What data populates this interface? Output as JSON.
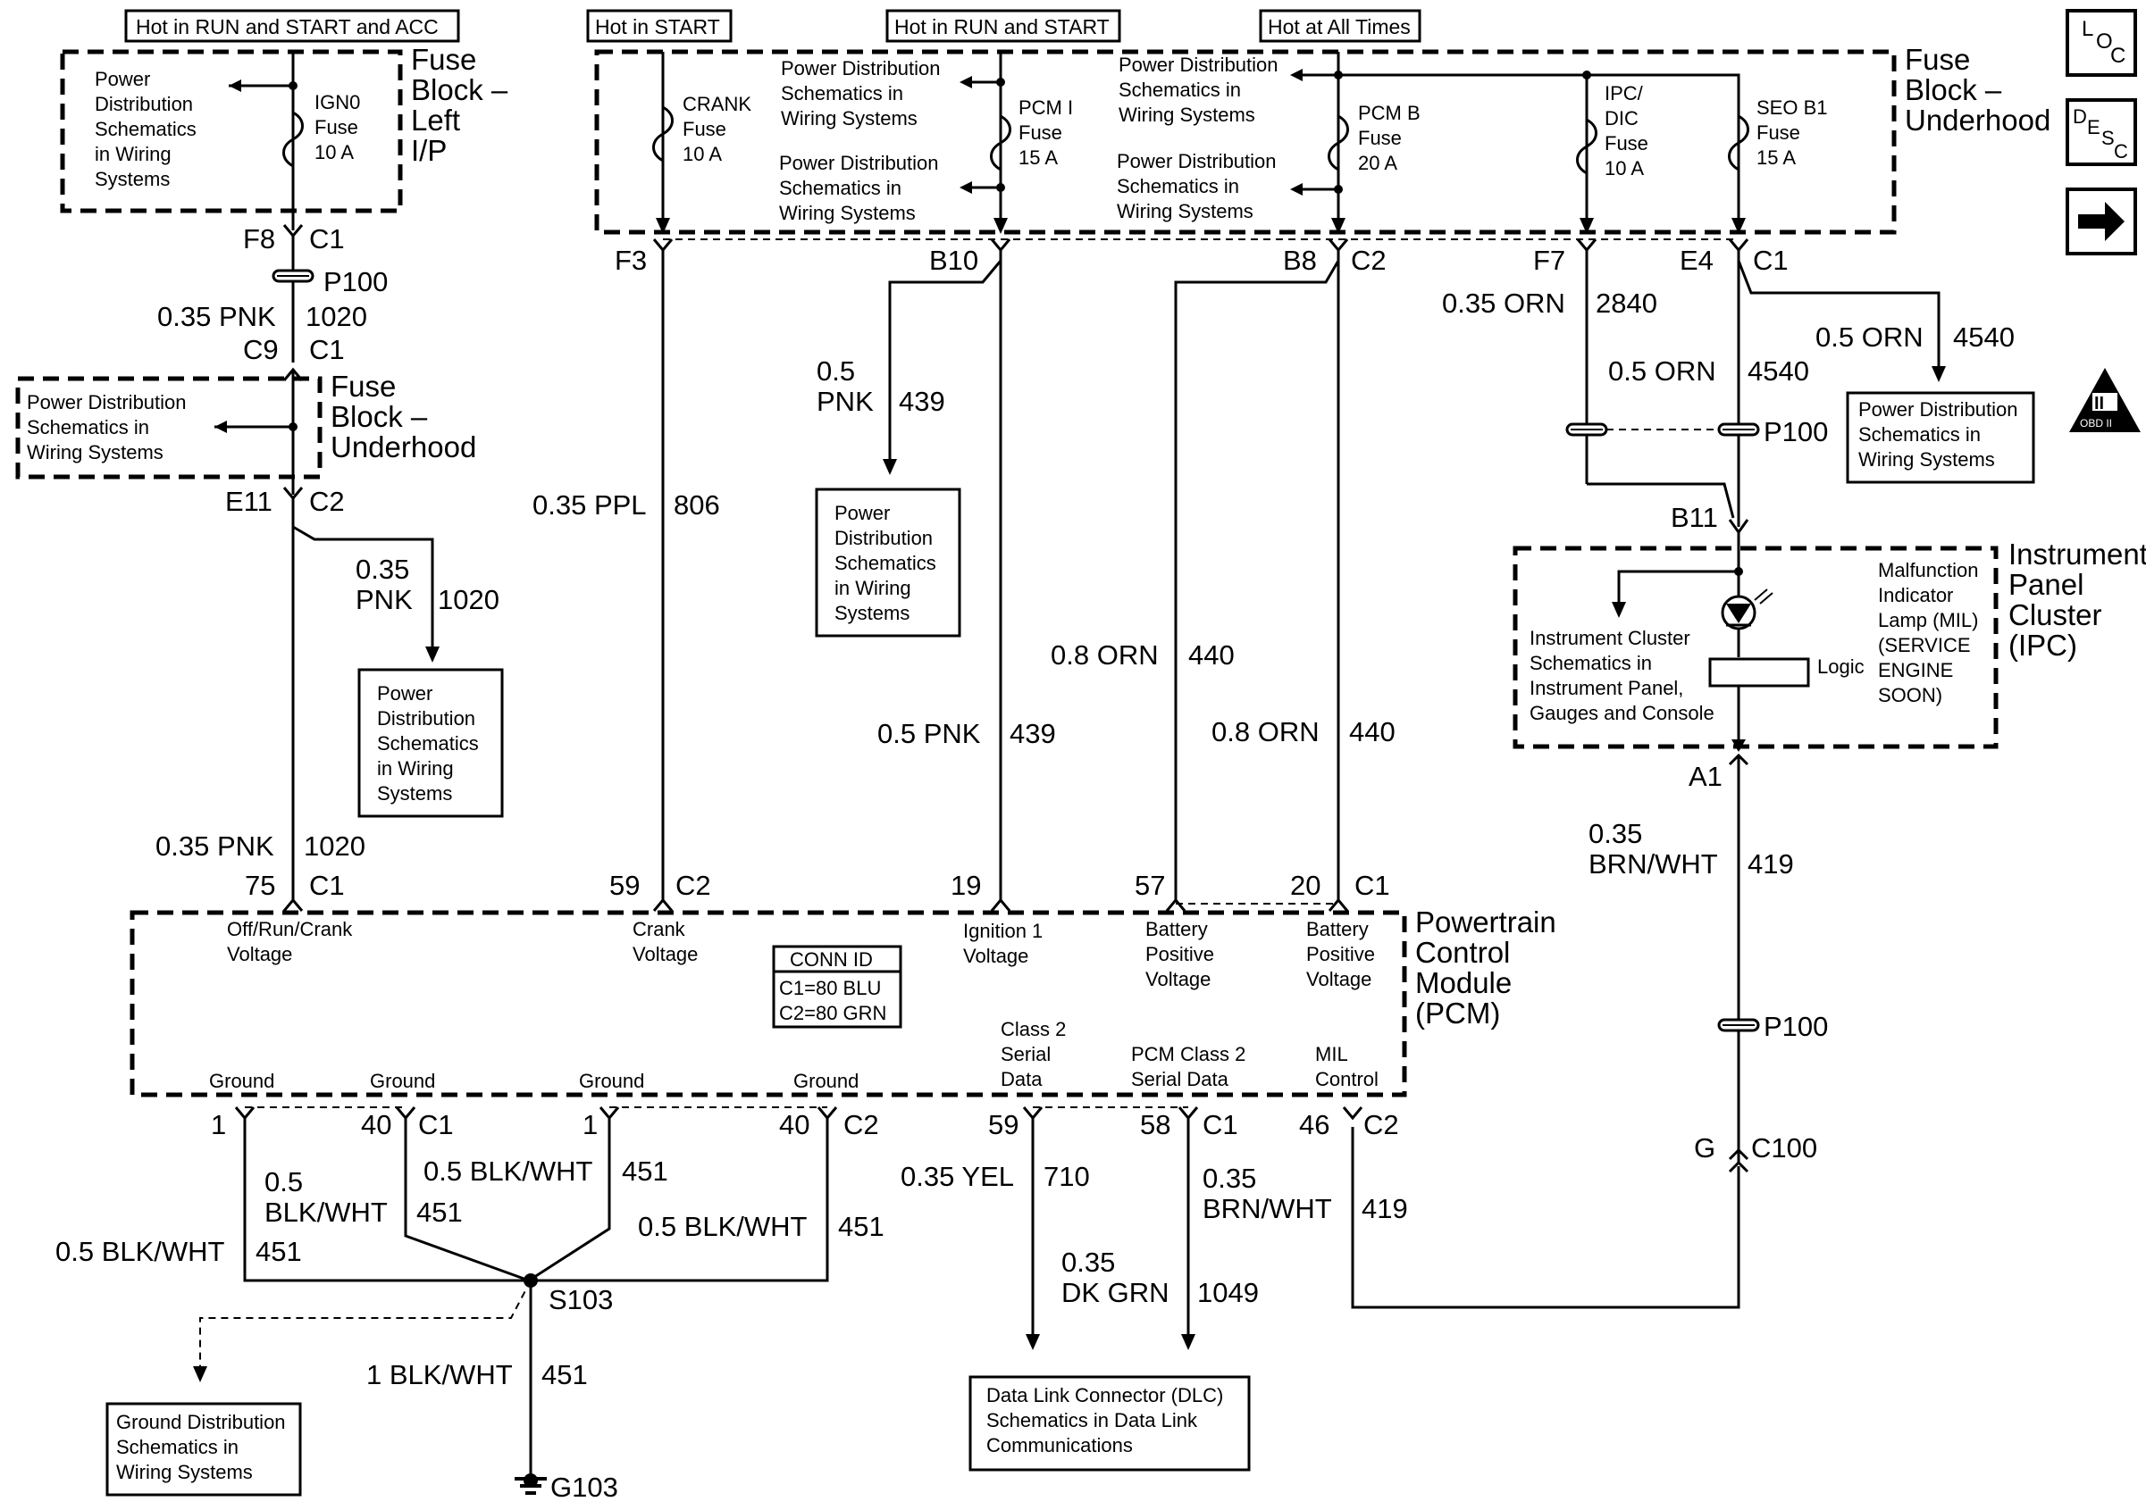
{
  "headers": {
    "run_start_acc": "Hot in RUN and START and ACC",
    "start": "Hot in START",
    "run_start": "Hot in RUN and START",
    "all_times": "Hot at All Times"
  },
  "nav": {
    "loc_letters": [
      "L",
      "O",
      "C"
    ],
    "desc_letters": [
      "D",
      "E",
      "S",
      "C"
    ],
    "next_arrow": "→"
  },
  "fuse_block_lip": {
    "title_lines": [
      "Fuse",
      "Block –",
      "Left",
      "I/P"
    ],
    "pd_lines": [
      "Power",
      "Distribution",
      "Schematics",
      "in Wiring",
      "Systems"
    ],
    "fuse_lines": [
      "IGN0",
      "Fuse",
      "10 A"
    ]
  },
  "fuse_block_uh": {
    "title_lines": [
      "Fuse",
      "Block –",
      "Underhood"
    ],
    "crank": [
      "CRANK",
      "Fuse",
      "10 A"
    ],
    "pcm_i": [
      "PCM I",
      "Fuse",
      "15 A"
    ],
    "pcm_b": [
      "PCM B",
      "Fuse",
      "20 A"
    ],
    "ipc": [
      "IPC/",
      "DIC",
      "Fuse",
      "10 A"
    ],
    "seo": [
      "SEO B1",
      "Fuse",
      "15 A"
    ],
    "pd1": [
      "Power Distribution",
      "Schematics in",
      "Wiring Systems"
    ],
    "pd2": [
      "Power Distribution",
      "Schematics in",
      "Wiring Systems"
    ],
    "pd3": [
      "Power Distribution",
      "Schematics in",
      "Wiring Systems"
    ],
    "pd4": [
      "Power Distribution",
      "Schematics in",
      "Wiring Systems"
    ]
  },
  "fuse_block_uh_left": {
    "title_lines": [
      "Fuse",
      "Block –",
      "Underhood"
    ],
    "pd_lines": [
      "Power Distribution",
      "Schematics in",
      "Wiring Systems"
    ]
  },
  "connectors": {
    "f8": "F8",
    "c1a": "C1",
    "p100a": "P100",
    "c9": "C9",
    "c1b": "C1",
    "e11": "E11",
    "c2a": "C2",
    "f3": "F3",
    "b10": "B10",
    "b8": "B8",
    "c2b": "C2",
    "f7": "F7",
    "e4": "E4",
    "c1c": "C1",
    "p100b": "P100",
    "b11": "B11",
    "a1": "A1",
    "p100c": "P100",
    "g": "G",
    "c100": "C100",
    "pin75": "75",
    "c1d": "C1",
    "pin59": "59",
    "c2c": "C2",
    "pin19": "19",
    "pin57": "57",
    "pin20": "20",
    "c1e": "C1",
    "pin1a": "1",
    "pin40a": "40",
    "c1f": "C1",
    "pin1b": "1",
    "pin40b": "40",
    "c2d": "C2",
    "pin59b": "59",
    "pin58": "58",
    "c1g": "C1",
    "pin46": "46",
    "c2e": "C2",
    "s103": "S103",
    "g103": "G103"
  },
  "wires": {
    "w1020a_gauge": "0.35 PNK",
    "w1020a_num": "1020",
    "w1020b_gauge": [
      "0.35",
      "PNK"
    ],
    "w1020b_num": "1020",
    "w1020c_gauge": "0.35 PNK",
    "w1020c_num": "1020",
    "w806_gauge": "0.35 PPL",
    "w806_num": "806",
    "w439a_gauge": [
      "0.5",
      "PNK"
    ],
    "w439a_num": "439",
    "w439b_gauge": "0.5 PNK",
    "w439b_num": "439",
    "w440a_gauge": "0.8 ORN",
    "w440a_num": "440",
    "w440b_gauge": "0.8 ORN",
    "w440b_num": "440",
    "w2840_gauge": "0.35 ORN",
    "w2840_num": "2840",
    "w4540a_gauge": "0.5 ORN",
    "w4540a_num": "4540",
    "w4540b_gauge": "0.5 ORN",
    "w4540b_num": "4540",
    "w419a_gauge": [
      "0.35",
      "BRN/WHT"
    ],
    "w419a_num": "419",
    "w451a_gauge": [
      "0.5",
      "BLK/WHT"
    ],
    "w451a_num": "451",
    "w451b_gauge": "0.5 BLK/WHT",
    "w451b_num": "451",
    "w451c_gauge": "0.5 BLK/WHT",
    "w451c_num": "451",
    "w451d_gauge": "0.5 BLK/WHT",
    "w451d_num": "451",
    "w451e_gauge": "1 BLK/WHT",
    "w451e_num": "451",
    "w710_gauge": "0.35 YEL",
    "w710_num": "710",
    "w1049_gauge": [
      "0.35",
      "DK GRN"
    ],
    "w1049_num": "1049",
    "w419b_gauge": [
      "0.35",
      "BRN/WHT"
    ],
    "w419b_num": "419"
  },
  "boxes": {
    "pd_left": [
      "Power",
      "Distribution",
      "Schematics",
      "in Wiring",
      "Systems"
    ],
    "pd_mid": [
      "Power",
      "Distribution",
      "Schematics",
      "in Wiring",
      "Systems"
    ],
    "pd_right": [
      "Power Distribution",
      "Schematics in",
      "Wiring Systems"
    ],
    "ground_dist": [
      "Ground Distribution",
      "Schematics in",
      "Wiring Systems"
    ],
    "dlc": [
      "Data Link Connector (DLC)",
      "Schematics in Data Link",
      "Communications"
    ]
  },
  "ipc": {
    "title_lines": [
      "Instrument",
      "Panel",
      "Cluster",
      "(IPC)"
    ],
    "schem_lines": [
      "Instrument Cluster",
      "Schematics in",
      "Instrument Panel,",
      "Gauges and Console"
    ],
    "mil_lines": [
      "Malfunction",
      "Indicator",
      "Lamp (MIL)",
      "(SERVICE",
      "ENGINE",
      "SOON)"
    ],
    "logic": "Logic"
  },
  "pcm": {
    "title_lines": [
      "Powertrain",
      "Control",
      "Module",
      "(PCM)"
    ],
    "conn_id_title": "CONN ID",
    "conn_id_lines": [
      "C1=80 BLU",
      "C2=80 GRN"
    ],
    "pin_offrun": [
      "Off/Run/Crank",
      "Voltage"
    ],
    "pin_crank": [
      "Crank",
      "Voltage"
    ],
    "pin_ign1": [
      "Ignition 1",
      "Voltage"
    ],
    "pin_batt1": [
      "Battery",
      "Positive",
      "Voltage"
    ],
    "pin_batt2": [
      "Battery",
      "Positive",
      "Voltage"
    ],
    "ground": "Ground",
    "class2": [
      "Class 2",
      "Serial",
      "Data"
    ],
    "pcm_class2": [
      "PCM Class 2",
      "Serial Data"
    ],
    "mil_control": [
      "MIL",
      "Control"
    ]
  },
  "obd": {
    "mark": "II",
    "label": "OBD II"
  }
}
